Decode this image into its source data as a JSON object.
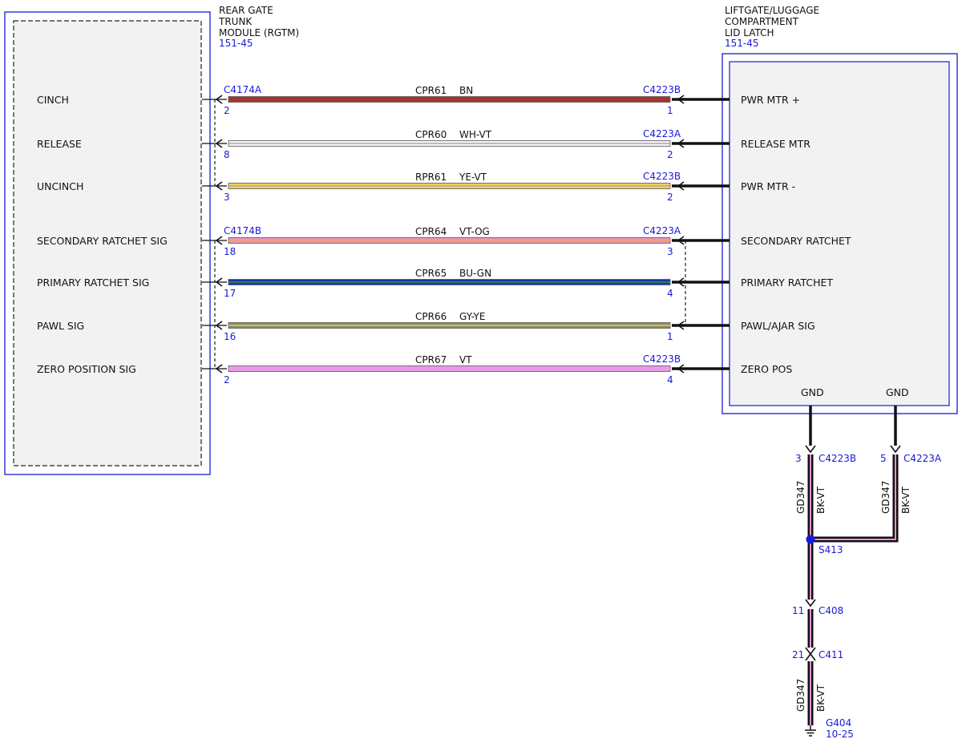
{
  "colors": {
    "ink": "#111111",
    "connector_blue": "#1a1ad6",
    "module_fill": "#f2f2f2",
    "ground_wire": "#e58fd6"
  },
  "rgtm": {
    "title_lines": [
      "REAR GATE",
      "TRUNK",
      "MODULE (RGTM)"
    ],
    "ref": "151-45",
    "pins": [
      "CINCH",
      "RELEASE",
      "UNCINCH",
      "SECONDARY RATCHET SIG",
      "PRIMARY RATCHET SIG",
      "PAWL SIG",
      "ZERO POSITION SIG"
    ]
  },
  "latch": {
    "title_lines": [
      "LIFTGATE/LUGGAGE",
      "COMPARTMENT",
      "LID LATCH"
    ],
    "ref": "151-45",
    "pins": [
      "PWR MTR +",
      "RELEASE MTR",
      "PWR MTR -",
      "SECONDARY RATCHET",
      "PRIMARY RATCHET",
      "PAWL/AJAR SIG",
      "ZERO POS"
    ],
    "gnd_labels": [
      "GND",
      "GND"
    ]
  },
  "wires": [
    {
      "circuit": "CPR61",
      "color_code": "BN",
      "left_conn": "C4174A",
      "left_pin": "2",
      "right_conn": "C4223B",
      "right_pin": "1",
      "wire_color": "#a8332f",
      "stripe": "#a8332f"
    },
    {
      "circuit": "CPR60",
      "color_code": "WH-VT",
      "left_conn": "",
      "left_pin": "8",
      "right_conn": "C4223A",
      "right_pin": "2",
      "wire_color": "#f4f4f4",
      "stripe": "#b79ad0"
    },
    {
      "circuit": "RPR61",
      "color_code": "YE-VT",
      "left_conn": "",
      "left_pin": "3",
      "right_conn": "C4223B",
      "right_pin": "2",
      "wire_color": "#f0d64a",
      "stripe": "#b79ad0"
    },
    {
      "circuit": "CPR64",
      "color_code": "VT-OG",
      "left_conn": "C4174B",
      "left_pin": "18",
      "right_conn": "C4223A",
      "right_pin": "3",
      "wire_color": "#ee92b8",
      "stripe": "#f0a070"
    },
    {
      "circuit": "CPR65",
      "color_code": "BU-GN",
      "left_conn": "",
      "left_pin": "17",
      "right_conn": "",
      "right_pin": "4",
      "wire_color": "#1a33b8",
      "stripe": "#2a9a3a"
    },
    {
      "circuit": "CPR66",
      "color_code": "GY-YE",
      "left_conn": "",
      "left_pin": "16",
      "right_conn": "",
      "right_pin": "1",
      "wire_color": "#8b8b6a",
      "stripe": "#e0d24a"
    },
    {
      "circuit": "CPR67",
      "color_code": "VT",
      "left_conn": "",
      "left_pin": "2",
      "right_conn": "C4223B",
      "right_pin": "4",
      "wire_color": "#e89be6",
      "stripe": "#e89be6"
    }
  ],
  "ground": {
    "branch_left": {
      "pin": "3",
      "conn": "C4223B",
      "circuit": "GD347",
      "color_code": "BK-VT"
    },
    "branch_right": {
      "pin": "5",
      "conn": "C4223A",
      "circuit": "GD347",
      "color_code": "BK-VT"
    },
    "splice": "S413",
    "inline": [
      {
        "pin": "11",
        "conn": "C408"
      },
      {
        "pin": "21",
        "conn": "C411"
      }
    ],
    "lower": {
      "circuit": "GD347",
      "color_code": "BK-VT"
    },
    "ground_point": "G404",
    "ground_ref": "10-25"
  }
}
